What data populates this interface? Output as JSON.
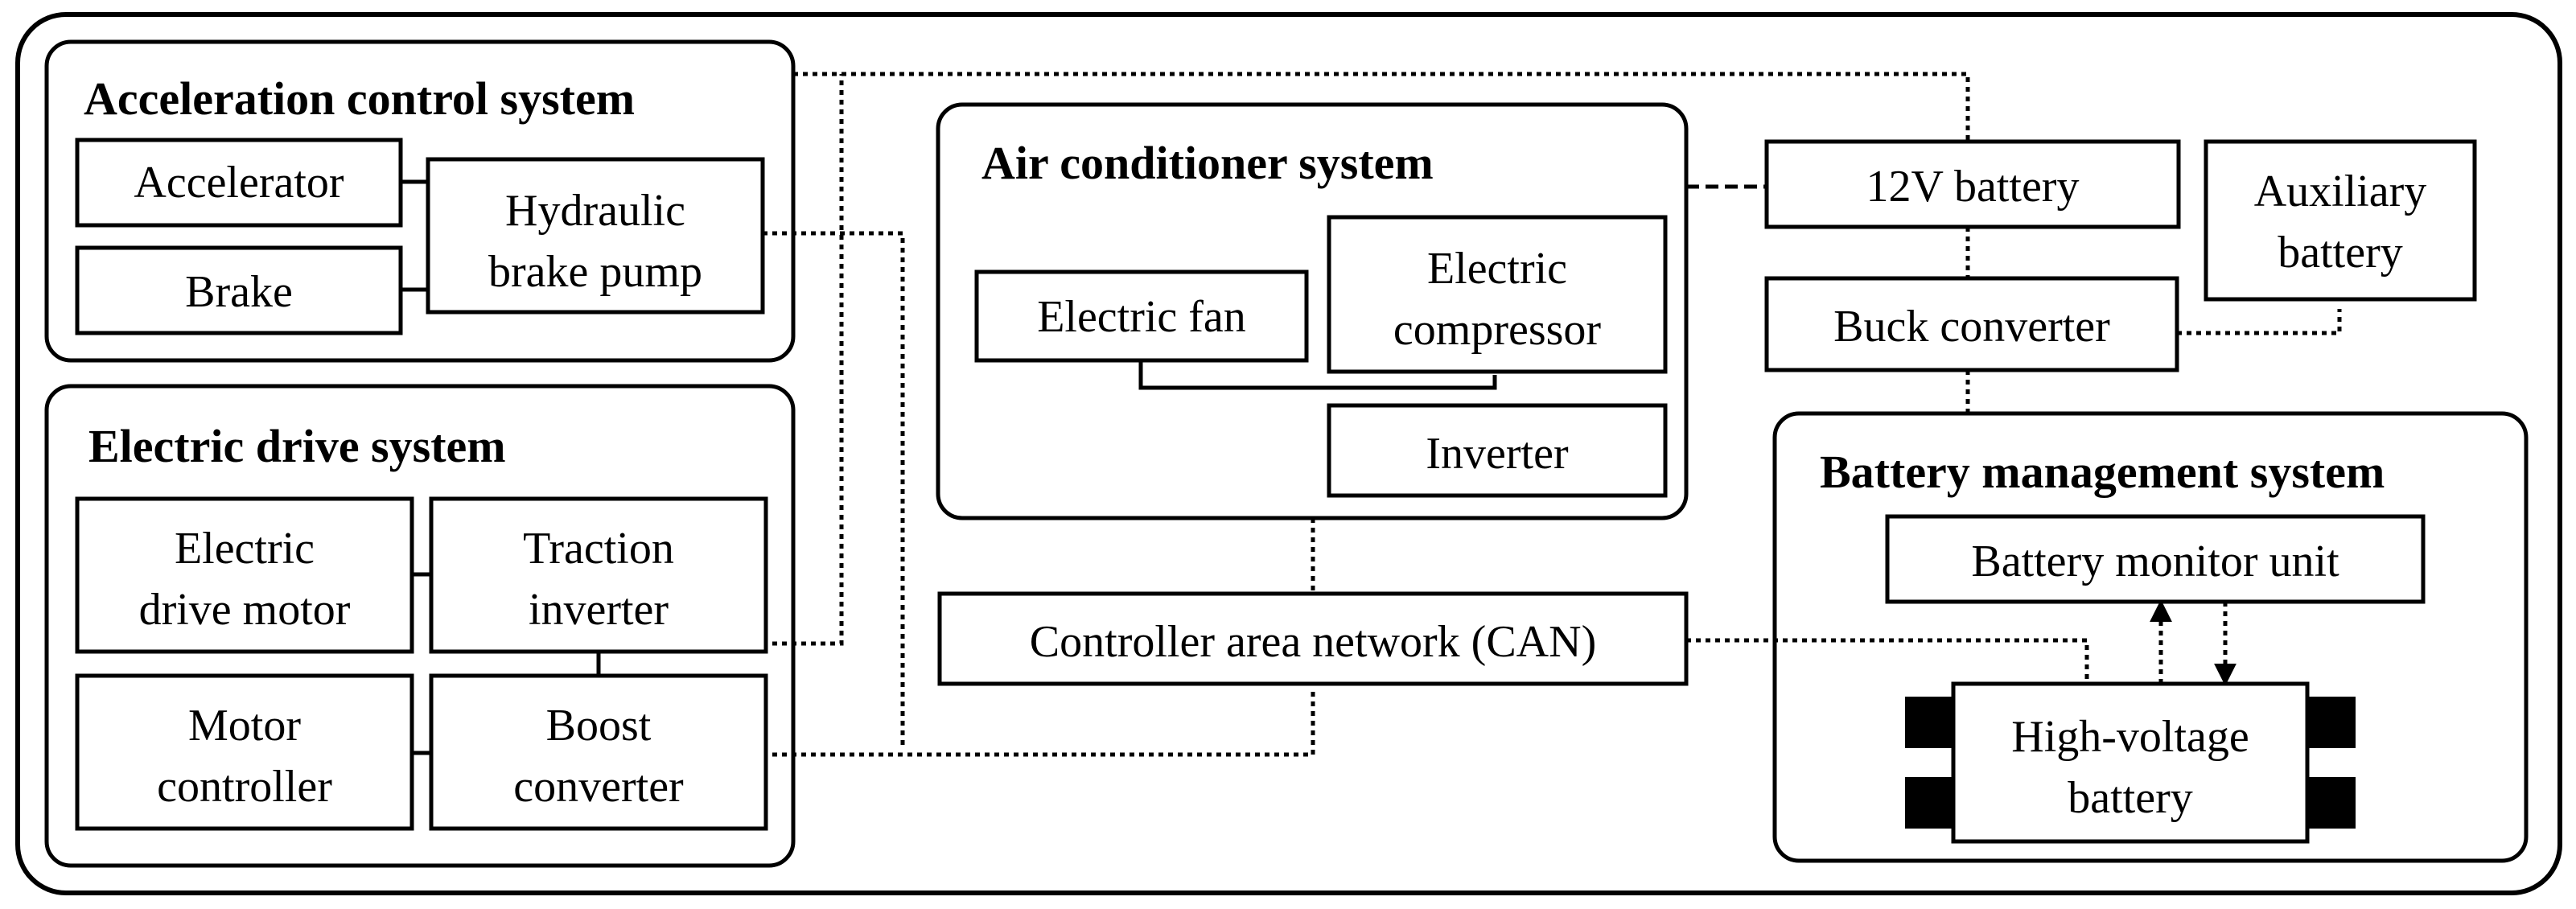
{
  "acceleration": {
    "title": "Acceleration control system",
    "accelerator": "Accelerator",
    "brake": "Brake",
    "pump_line1": "Hydraulic",
    "pump_line2": "brake pump"
  },
  "drive": {
    "title": "Electric drive system",
    "motor_line1": "Electric",
    "motor_line2": "drive motor",
    "traction_line1": "Traction",
    "traction_line2": "inverter",
    "controller_line1": "Motor",
    "controller_line2": "controller",
    "boost_line1": "Boost",
    "boost_line2": "converter"
  },
  "aircon": {
    "title": "Air conditioner system",
    "fan": "Electric fan",
    "compressor_line1": "Electric",
    "compressor_line2": "compressor",
    "inverter": "Inverter"
  },
  "can": {
    "label": "Controller area network (CAN)"
  },
  "power": {
    "battery12v": "12V battery",
    "aux_line1": "Auxiliary",
    "aux_line2": "battery",
    "buck": "Buck converter"
  },
  "bms": {
    "title": "Battery management system",
    "monitor": "Battery monitor unit",
    "hv_line1": "High-voltage",
    "hv_line2": "battery"
  }
}
